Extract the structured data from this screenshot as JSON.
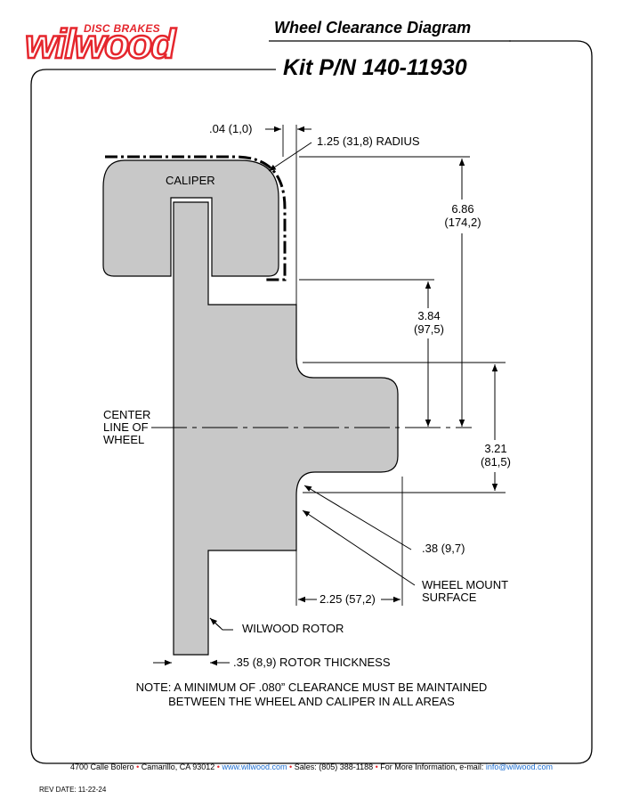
{
  "brand": {
    "logo": "wilwood",
    "logo_sub": "DISC BRAKES",
    "accent_color": "#e5262d",
    "link_color": "#1f6fd1"
  },
  "header": {
    "title": "Wheel Clearance Diagram",
    "kit_pn": "Kit P/N 140-11930"
  },
  "diagram": {
    "fill_color": "#c8c8c8",
    "labels": {
      "caliper": "CALIPER",
      "gap_top": ".04 (1,0)",
      "radius": "1.25 (31,8) RADIUS",
      "dim_686_a": "6.86",
      "dim_686_b": "(174,2)",
      "dim_384_a": "3.84",
      "dim_384_b": "(97,5)",
      "center_1": "CENTER",
      "center_2": "LINE OF",
      "center_3": "WHEEL",
      "dim_321_a": "3.21",
      "dim_321_b": "(81,5)",
      "dim_038": ".38 (9,7)",
      "mount_1": "WHEEL MOUNT",
      "mount_2": "SURFACE",
      "dim_225": "2.25 (57,2)",
      "rotor": "WILWOOD ROTOR",
      "rotor_thickness": ".35 (8,9) ROTOR THICKNESS"
    }
  },
  "note": {
    "line1": "NOTE: A MINIMUM OF .080” CLEARANCE MUST BE MAINTAINED",
    "line2": "BETWEEN THE WHEEL AND CALIPER IN ALL AREAS"
  },
  "footer": {
    "address": "4700 Calle Bolero",
    "city": "Camarillo, CA 93012",
    "website": "www.wilwood.com",
    "sales": "Sales: (805) 388-1188",
    "info_label": "For More Information, e-mail:",
    "email": "info@wilwood.com",
    "bullet": "•",
    "rev_date": "REV DATE:  11-22-24"
  }
}
